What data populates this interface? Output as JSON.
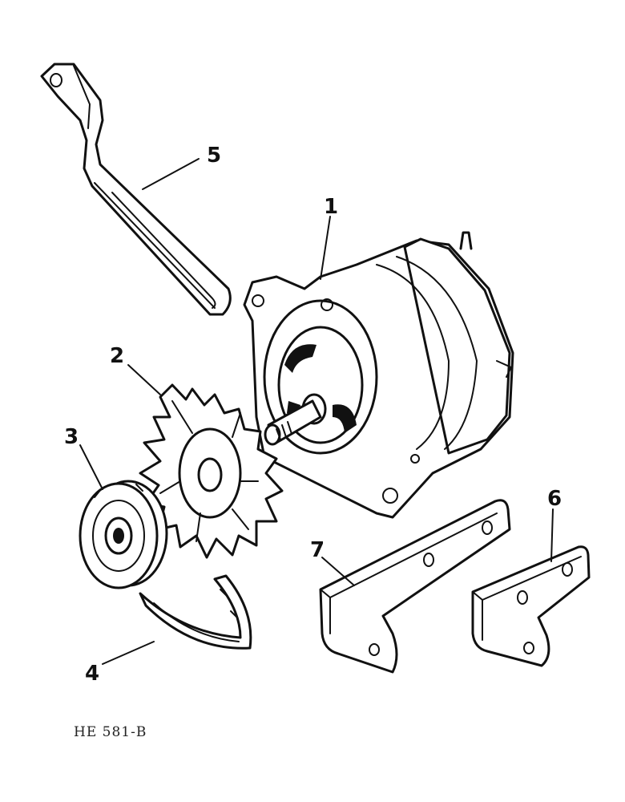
{
  "figure": {
    "id_label": "HE 581-B",
    "callouts": [
      {
        "key": "alternator",
        "number": "1"
      },
      {
        "key": "fan",
        "number": "2"
      },
      {
        "key": "pulley",
        "number": "3"
      },
      {
        "key": "belt",
        "number": "4"
      },
      {
        "key": "adjusting-strap",
        "number": "5"
      },
      {
        "key": "small-bracket",
        "number": "6"
      },
      {
        "key": "large-bracket",
        "number": "7"
      }
    ]
  }
}
